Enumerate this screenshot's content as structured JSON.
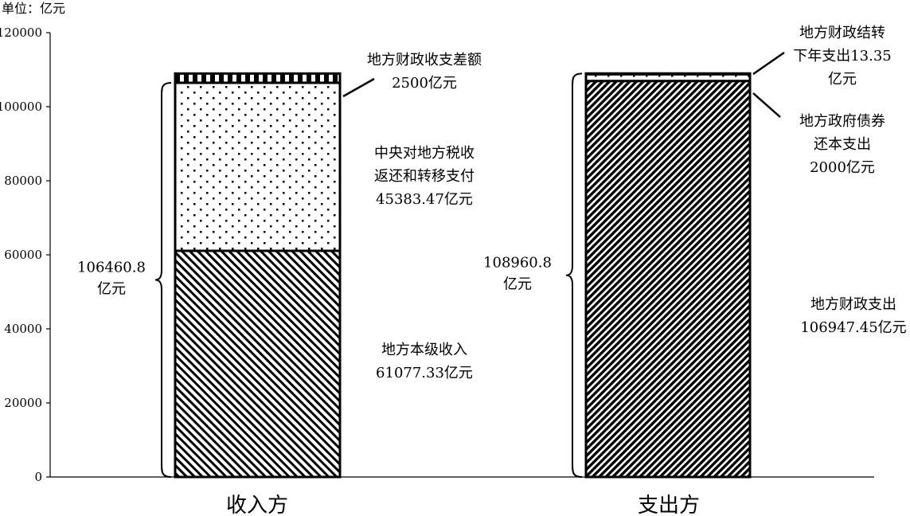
{
  "chart_data": {
    "type": "bar",
    "unit_label": "单位：亿元",
    "ylim": [
      0,
      120000
    ],
    "y_ticks": [
      "0",
      "20000",
      "40000",
      "60000",
      "80000",
      "100000",
      "120000"
    ],
    "y_tick_values": [
      0,
      20000,
      40000,
      60000,
      80000,
      100000,
      120000
    ],
    "categories": [
      "收入方",
      "支出方"
    ],
    "stacked": true,
    "grid": false,
    "bars": [
      {
        "category": "收入方",
        "segments": [
          {
            "value": 61077.33,
            "pattern": "diagonal-hatch",
            "label": [
              "地方本级收入",
              "61077.33亿元"
            ]
          },
          {
            "value": 45383.47,
            "pattern": "dots",
            "label": [
              "中央对地方税收",
              "返还和转移支付",
              "45383.47亿元"
            ]
          },
          {
            "value": 2500,
            "pattern": "vertical-stripes",
            "label": [
              "地方财政收支差额",
              "2500亿元"
            ]
          }
        ],
        "brace_value": 106460.8,
        "brace_label": [
          "106460.8",
          "亿元"
        ]
      },
      {
        "category": "支出方",
        "segments": [
          {
            "value": 106947.45,
            "pattern": "dense-diagonal-hatch",
            "label": [
              "地方财政支出",
              "106947.45亿元"
            ]
          },
          {
            "value": 2000,
            "pattern": "dots",
            "label": [
              "地方政府债券",
              "还本支出",
              "2000亿元"
            ]
          },
          {
            "value": 13.35,
            "pattern": "blank",
            "label": [
              "地方财政结转",
              "下年支出13.35",
              "亿元"
            ]
          }
        ],
        "brace_value": 108960.8,
        "brace_label": [
          "108960.8",
          "亿元"
        ]
      }
    ]
  }
}
